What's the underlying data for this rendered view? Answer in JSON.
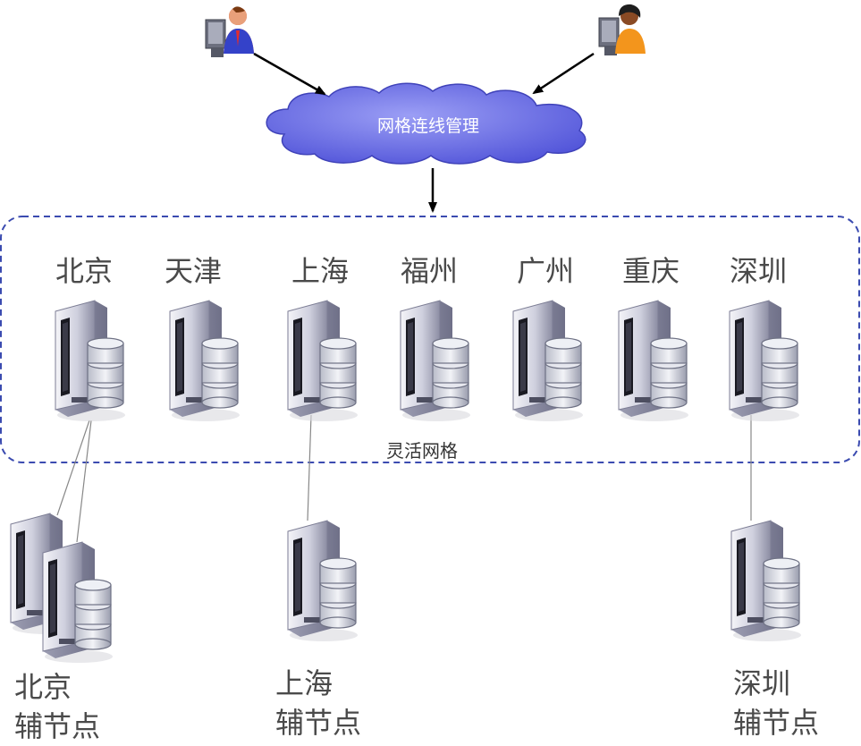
{
  "cloud": {
    "label": "网格连线管理",
    "icon": "cloud-icon"
  },
  "users": [
    {
      "name": "user-blue",
      "icon": "user-at-computer-icon"
    },
    {
      "name": "user-orange",
      "icon": "user-at-computer-icon"
    }
  ],
  "grid": {
    "label": "灵活网格",
    "nodes": [
      "北京",
      "天津",
      "上海",
      "福州",
      "广州",
      "重庆",
      "深圳"
    ],
    "node_icon": "server-database-icon"
  },
  "aux_nodes": [
    {
      "city": "北京",
      "suffix": "辅节点",
      "servers": 2
    },
    {
      "city": "上海",
      "suffix": "辅节点",
      "servers": 1
    },
    {
      "city": "深圳",
      "suffix": "辅节点",
      "servers": 1
    }
  ],
  "colors": {
    "cloud": "#5f63e6",
    "dashed_border": "#3b4bb0",
    "arrow": "#000000",
    "server_body": "#d6d6e4"
  }
}
